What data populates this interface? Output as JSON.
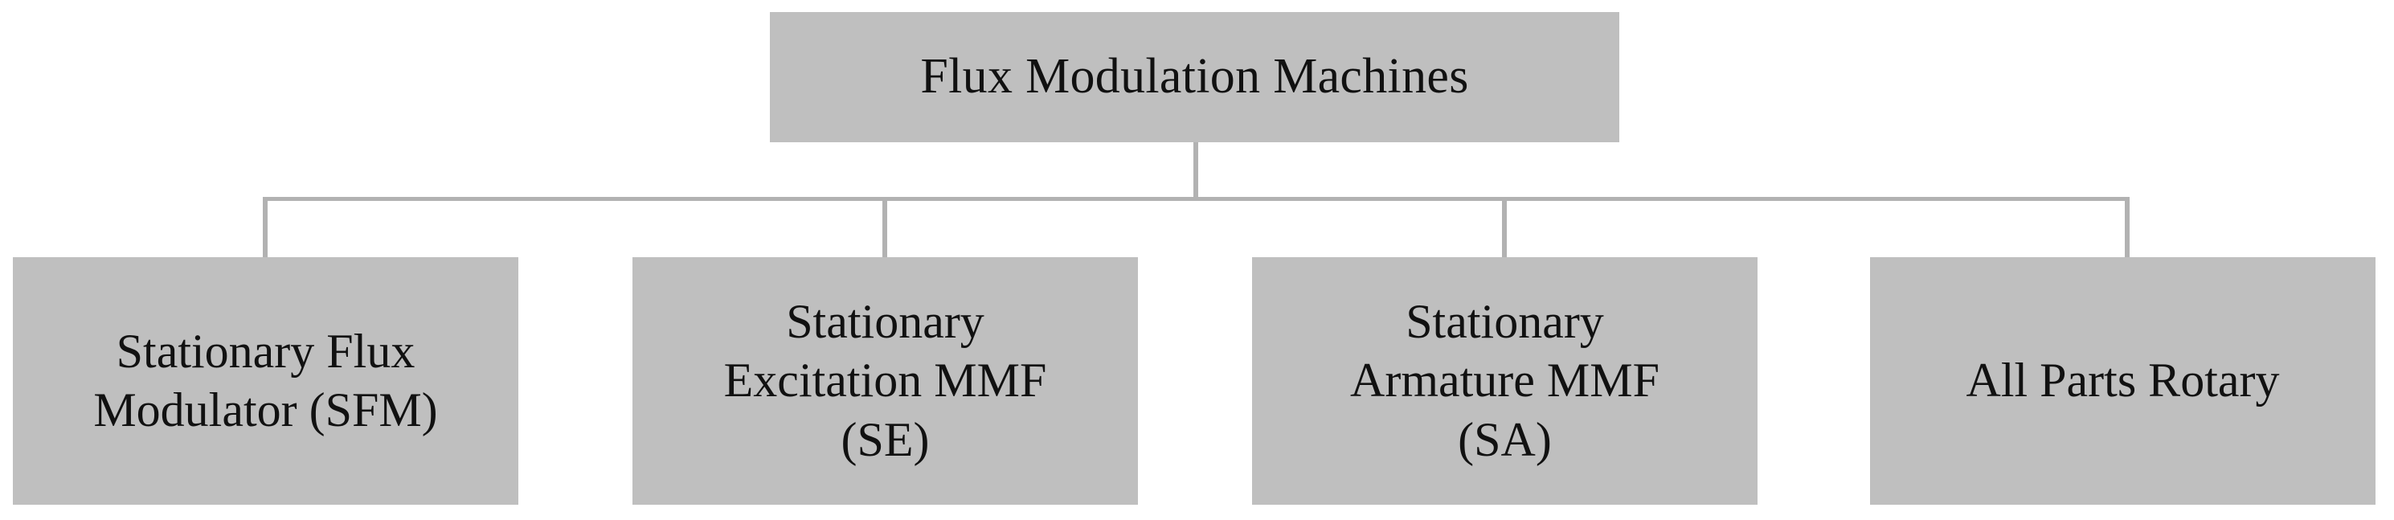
{
  "diagram": {
    "type": "hierarchy-tree",
    "orientation": "top-down",
    "levels": 2,
    "background_color": "#ffffff",
    "node_fill_color": "#bfbfbf",
    "connector_color": "#b2b2b2",
    "text_color": "#111111",
    "root": {
      "id": "flux-modulation-machines",
      "label": "Flux Modulation Machines"
    },
    "children": [
      {
        "id": "stationary-flux-modulator",
        "label": "Stationary Flux\nModulator (SFM)",
        "abbreviation": "SFM"
      },
      {
        "id": "stationary-excitation-mmf",
        "label": "Stationary\nExcitation MMF\n(SE)",
        "abbreviation": "SE"
      },
      {
        "id": "stationary-armature-mmf",
        "label": "Stationary\nArmature MMF\n(SA)",
        "abbreviation": "SA"
      },
      {
        "id": "all-parts-rotary",
        "label": "All Parts Rotary",
        "abbreviation": ""
      }
    ]
  }
}
